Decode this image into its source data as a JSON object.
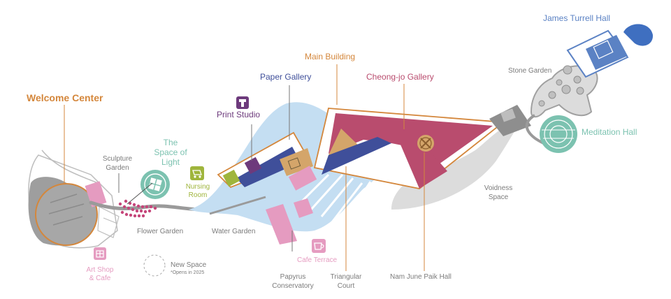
{
  "colors": {
    "orange": "#d4873c",
    "navy": "#3f4f9a",
    "crimson": "#b94c6e",
    "purple": "#6d3a7c",
    "teal": "#7cc2b0",
    "lime": "#9fb53c",
    "pink": "#e59bc0",
    "blue": "#5b82c4",
    "grey": "#9a9a9a",
    "lightblue": "#c4def2"
  },
  "places": {
    "welcome_center": "Welcome Center",
    "sculpture_garden": "Sculpture\nGarden",
    "space_of_light": "The\nSpace of\nLight",
    "nursing_room": "Nursing\nRoom",
    "print_studio": "Print Studio",
    "paper_gallery": "Paper Gallery",
    "main_building": "Main Building",
    "cheongjo_gallery": "Cheong-jo Gallery",
    "stone_garden": "Stone Garden",
    "james_turrell_hall": "James Turrell Hall",
    "meditation_hall": "Meditation Hall",
    "voidness_space": "Voidness\nSpace",
    "flower_garden": "Flower Garden",
    "water_garden": "Water Garden",
    "art_shop_cafe": "Art Shop\n& Cafe",
    "new_space": "New Space",
    "new_space_note": "*Opens in 2025",
    "cafe_terrace": "Cafe Terrace",
    "papyrus_conservatory": "Papyrus\nConservatory",
    "triangular_court": "Triangular\nCourt",
    "nam_june_paik_hall": "Nam June Paik Hall"
  },
  "icons": {
    "print_studio": "print-icon",
    "nursing_room": "stroller-icon",
    "art_shop": "gift-icon",
    "cafe_terrace": "coffee-cup-icon"
  }
}
